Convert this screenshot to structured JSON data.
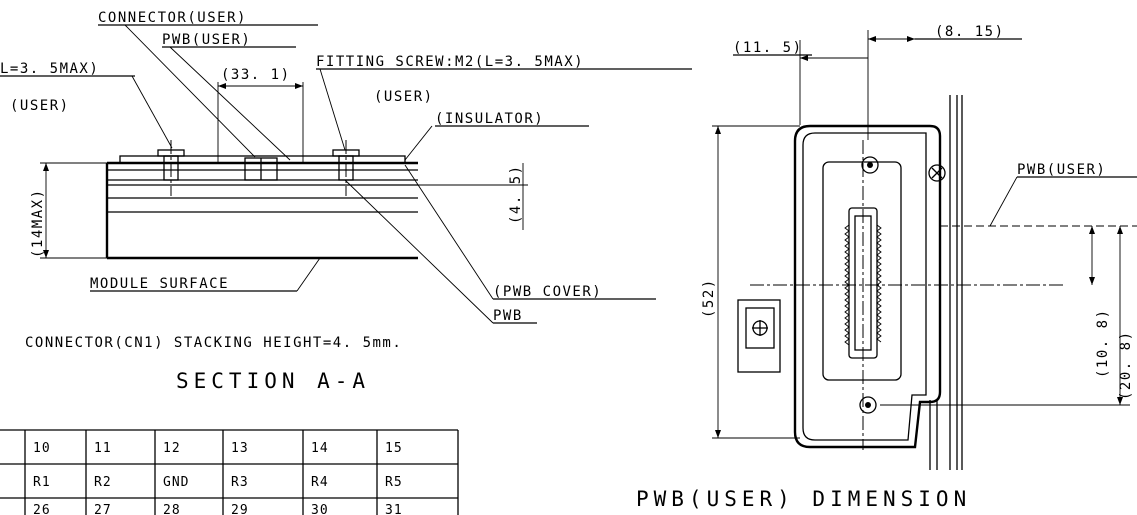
{
  "section_view": {
    "connector_user": "CONNECTOR(USER)",
    "pwb_user": "PWB(USER)",
    "l_max_partial": "L=3. 5MAX)",
    "dim_33_1": "(33. 1)",
    "fitting_screw": "FITTING SCREW:M2(L=3. 5MAX)",
    "user_left": "(USER)",
    "user_right": "(USER)",
    "insulator": "(INSULATOR)",
    "dim_14max": "(14MAX)",
    "dim_4_5": "(4. 5)",
    "module_surface": "MODULE SURFACE",
    "pwb_cover": "(PWB COVER)",
    "pwb": "PWB",
    "stacking_note": "CONNECTOR(CN1) STACKING HEIGHT=4. 5mm.",
    "section_title": "SECTION A-A"
  },
  "pin_table": {
    "rows": [
      [
        "10",
        "11",
        "12",
        "13",
        "14",
        "15"
      ],
      [
        "R1",
        "R2",
        "GND",
        "R3",
        "R4",
        "R5"
      ],
      [
        "26",
        "27",
        "28",
        "29",
        "30",
        "31"
      ]
    ]
  },
  "dimension_view": {
    "dim_11_5": "(11. 5)",
    "dim_8_15": "(8. 15)",
    "pwb_user": "PWB(USER)",
    "dim_52": "(52)",
    "dim_10_8": "(10. 8)",
    "dim_20_8": "(20. 8)",
    "title": "PWB(USER) DIMENSION"
  }
}
